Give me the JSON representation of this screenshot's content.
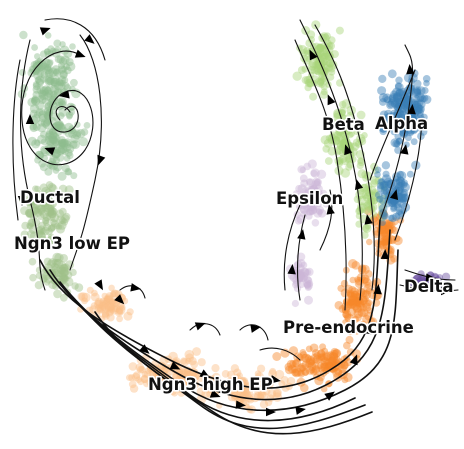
{
  "figure": {
    "clusters": [
      {
        "id": "ductal",
        "label": "Ductal",
        "color": "#8fbc8f"
      },
      {
        "id": "ngn3-low",
        "label": "Ngn3 low EP",
        "color": "#9fc08a"
      },
      {
        "id": "ngn3-high",
        "label": "Ngn3 high EP",
        "color": "#fbbf88"
      },
      {
        "id": "pre-endocrine",
        "label": "Pre-endocrine",
        "color": "#f7882a"
      },
      {
        "id": "beta",
        "label": "Beta",
        "color": "#a8d57a"
      },
      {
        "id": "alpha",
        "label": "Alpha",
        "color": "#3a7fb6"
      },
      {
        "id": "delta",
        "label": "Delta",
        "color": "#6b4fa0"
      },
      {
        "id": "epsilon",
        "label": "Epsilon",
        "color": "#cdb5d8"
      }
    ]
  }
}
